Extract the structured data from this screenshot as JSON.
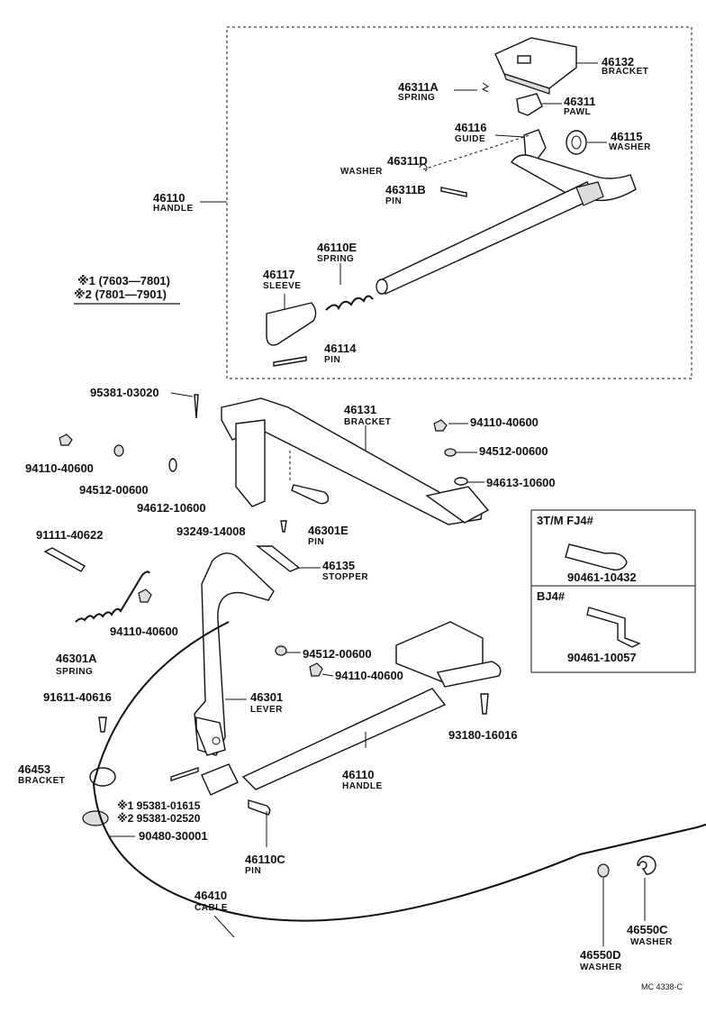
{
  "notes": {
    "n1": "※1 (7603—7801)",
    "n2": "※2 (7801—7901)"
  },
  "labels": {
    "46132": {
      "num": "46132",
      "name": "BRACKET"
    },
    "46311A": {
      "num": "46311A",
      "name": "SPRING"
    },
    "46311": {
      "num": "46311",
      "name": "PAWL"
    },
    "46116": {
      "num": "46116",
      "name": "GUIDE"
    },
    "46115": {
      "num": "46115",
      "name": "WASHER"
    },
    "46311D": {
      "num": "46311D",
      "name": "WASHER"
    },
    "46311B": {
      "num": "46311B",
      "name": "PIN"
    },
    "46110_top": {
      "num": "46110",
      "name": "HANDLE"
    },
    "46110E": {
      "num": "46110E",
      "name": "SPRING"
    },
    "46117": {
      "num": "46117",
      "name": "SLEEVE"
    },
    "46114": {
      "num": "46114",
      "name": "PIN"
    },
    "95381_03020": {
      "num": "95381-03020"
    },
    "46131": {
      "num": "46131",
      "name": "BRACKET"
    },
    "94110_40600_r": {
      "num": "94110-40600"
    },
    "94512_00600_r": {
      "num": "94512-00600"
    },
    "94613_10600": {
      "num": "94613-10600"
    },
    "94110_40600_l": {
      "num": "94110-40600"
    },
    "94512_00600_l": {
      "num": "94512-00600"
    },
    "94612_10600": {
      "num": "94612-10600"
    },
    "46301E": {
      "num": "46301E",
      "name": "PIN"
    },
    "93249_14008": {
      "num": "93249-14008"
    },
    "91111_40622": {
      "num": "91111-40622"
    },
    "46135": {
      "num": "46135",
      "name": "STOPPER"
    },
    "94110_40600_m": {
      "num": "94110-40600"
    },
    "46301A": {
      "num": "46301A",
      "name": "SPRING"
    },
    "94512_00600_m": {
      "num": "94512-00600"
    },
    "94110_40600_m2": {
      "num": "94110-40600"
    },
    "91611_40616": {
      "num": "91611-40616"
    },
    "46301": {
      "num": "46301",
      "name": "LEVER"
    },
    "93180_16016": {
      "num": "93180-16016"
    },
    "46453": {
      "num": "46453",
      "name": "BRACKET"
    },
    "46110_bot": {
      "num": "46110",
      "name": "HANDLE"
    },
    "95381_01615": {
      "num": "※1 95381-01615"
    },
    "95381_02520": {
      "num": "※2 95381-02520"
    },
    "90480_30001": {
      "num": "90480-30001"
    },
    "46110C": {
      "num": "46110C",
      "name": "PIN"
    },
    "46410": {
      "num": "46410",
      "name": "CABLE"
    },
    "46550D": {
      "num": "46550D",
      "name": "WASHER"
    },
    "46550C": {
      "num": "46550C",
      "name": "WASHER"
    }
  },
  "inset1": {
    "title": "3T/M  FJ4#",
    "part": "90461-10432"
  },
  "inset2": {
    "title": "BJ4#",
    "part": "90461-10057"
  },
  "code": "MC 4338-C"
}
